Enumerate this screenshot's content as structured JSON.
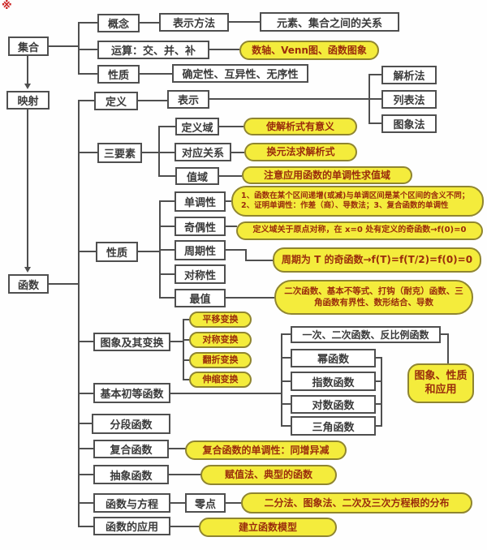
{
  "corner_marker": "※",
  "colors": {
    "bubble_fill": "#f4ec3c",
    "bubble_border": "#8f8530",
    "bubble_text": "#9a2d0c",
    "box_border": "#4f4f4f",
    "box_text": "#3a3a3a",
    "marker_red": "#cc2222"
  },
  "set": {
    "root": "集合",
    "concept": "概念",
    "represent_method": "表示方法",
    "element_relation": "元素、集合之间的关系",
    "operations": "运算：交、并、补",
    "operations_note": "数轴、Venn图、函数图象",
    "property": "性质",
    "property_detail": "确定性、互异性、无序性"
  },
  "mapping": {
    "root": "映射"
  },
  "func": {
    "root": "函数",
    "definition": {
      "label": "定义",
      "represent": "表示",
      "methods": [
        "解析法",
        "列表法",
        "图象法"
      ]
    },
    "three_elements": {
      "label": "三要素",
      "domain": "定义域",
      "domain_note": "使解析式有意义",
      "rule": "对应关系",
      "rule_note": "换元法求解析式",
      "range": "值域",
      "range_note": "注意应用函数的单调性求值域"
    },
    "properties": {
      "label": "性质",
      "monotonicity": "单调性",
      "monotonicity_note": "1、函数在某个区间递增(或减)与单调区间是某个区间的含义不同；2、证明单调性：作差（商）、导数法；3、复合函数的单调性",
      "parity": "奇偶性",
      "parity_note": "定义域关于原点对称，在 x=0 处有定义的奇函数→f(0)=0",
      "periodicity": "周期性",
      "periodicity_note": "周期为 T 的奇函数→f(T)=f(T/2)=f(0)=0",
      "symmetry": "对称性",
      "extremum": "最值",
      "extremum_note": "二次函数、基本不等式、打钩（耐克）函数、三角函数有界性、数形结合、导数"
    },
    "graph_transform": {
      "label": "图象及其变换",
      "items": [
        "平移变换",
        "对称变换",
        "翻折变换",
        "伸缩变换"
      ]
    },
    "basic_functions": {
      "label": "基本初等函数",
      "items": [
        "一次、二次函数、反比例函数",
        "幂函数",
        "指数函数",
        "对数函数",
        "三角函数"
      ],
      "note": "图象、性质和应用"
    },
    "piecewise": "分段函数",
    "composite": {
      "label": "复合函数",
      "note": "复合函数的单调性：同增异减"
    },
    "abstract": {
      "label": "抽象函数",
      "note": "赋值法、典型的函数"
    },
    "equation": {
      "label": "函数与方程",
      "zero": "零点",
      "note": "二分法、图象法、二次及三次方程根的分布"
    },
    "application": {
      "label": "函数的应用",
      "note": "建立函数模型"
    }
  }
}
